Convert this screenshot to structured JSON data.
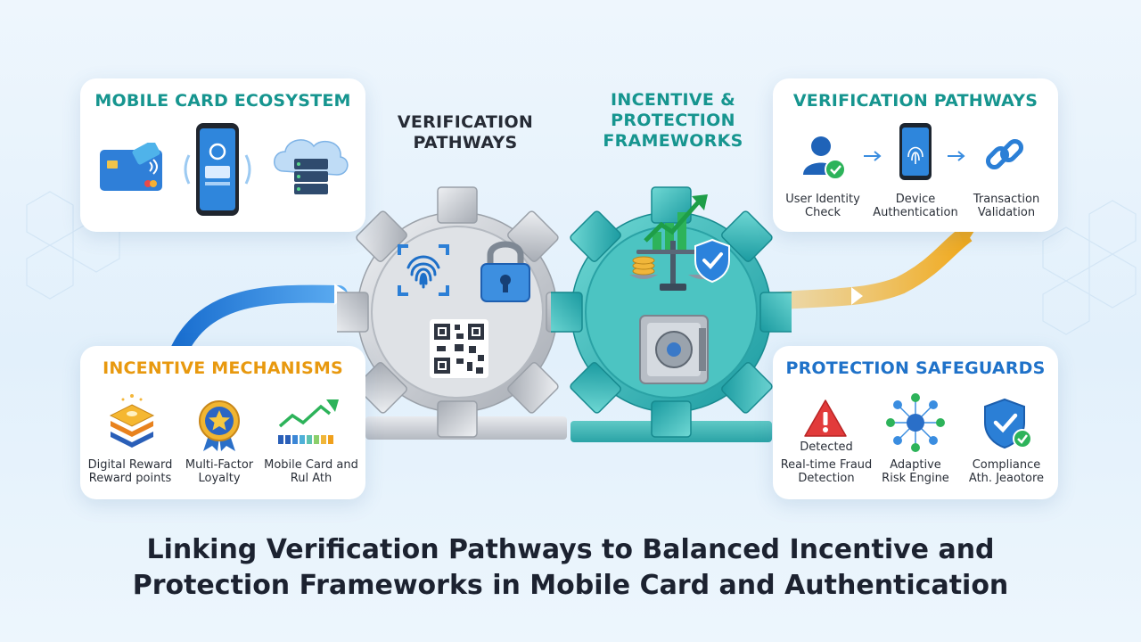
{
  "colors": {
    "teal": "#16958f",
    "orange": "#e8990f",
    "blue": "#1f72c9",
    "dark": "#262b35",
    "gear_teal": "#3bbdbd",
    "gear_gray": "#c9ccd1"
  },
  "panels": {
    "ecosystem": {
      "title": "MOBILE CARD ECOSYSTEM",
      "icons": [
        "credit-card-icon",
        "smartphone-icon",
        "cloud-server-icon"
      ]
    },
    "verification": {
      "title": "VERIFICATION PATHWAYS",
      "steps": [
        {
          "icon": "user-check-icon",
          "label1": "User Identity",
          "label2": "Check"
        },
        {
          "icon": "fingerprint-phone-icon",
          "label1": "Device",
          "label2": "Authentication"
        },
        {
          "icon": "chain-link-icon",
          "label1": "Transaction",
          "label2": "Validation"
        }
      ]
    },
    "incentive": {
      "title": "INCENTIVE MECHANISMS",
      "items": [
        {
          "icon": "reward-stack-icon",
          "label1": "Digital Reward",
          "label2": "Reward points"
        },
        {
          "icon": "star-medal-icon",
          "label1": "Multi-Factor",
          "label2": "Loyalty"
        },
        {
          "icon": "growth-chart-icon",
          "label1": "Mobile Card and",
          "label2": "Rul Ath"
        }
      ]
    },
    "protection": {
      "title": "PROTECTION SAFEGUARDS",
      "items": [
        {
          "icon": "warning-icon",
          "label0": "Detected",
          "label1": "Real-time Fraud",
          "label2": "Detection"
        },
        {
          "icon": "network-hub-icon",
          "label1": "Adaptive",
          "label2": "Risk Engine"
        },
        {
          "icon": "shield-check-icon",
          "label1": "Compliance",
          "label2": "Ath. Jeaotore"
        }
      ]
    }
  },
  "gears": {
    "left": {
      "title1": "VERIFICATION",
      "title2": "PATHWAYS",
      "icons": [
        "fingerprint-icon",
        "padlock-icon",
        "qr-code-icon"
      ]
    },
    "right": {
      "title1": "INCENTIVE &",
      "title2": "PROTECTION",
      "title3": "FRAMEWORKS",
      "icons": [
        "balance-scale-icon",
        "shield-icon",
        "vault-icon"
      ]
    }
  },
  "headline": {
    "line1": "Linking Verification Pathways to Balanced Incentive and",
    "line2": "Protection Frameworks in Mobile Card and Authentication"
  }
}
